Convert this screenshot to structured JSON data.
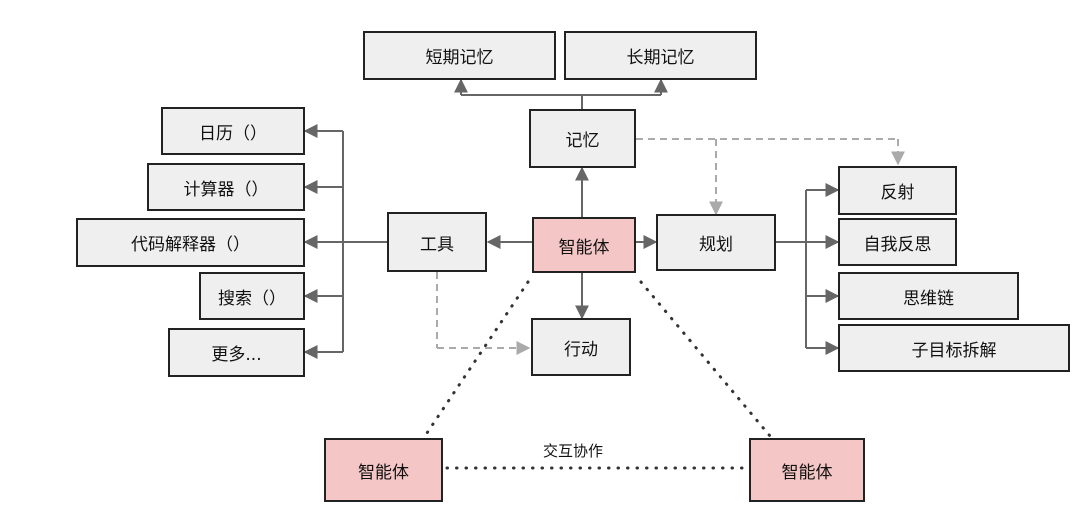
{
  "nodes": {
    "short_term_memory": "短期记忆",
    "long_term_memory": "长期记忆",
    "memory": "记忆",
    "calendar": "日历（）",
    "calculator": "计算器（）",
    "code_interpreter": "代码解释器（）",
    "search": "搜索（）",
    "more": "更多...",
    "tools": "工具",
    "agent_center": "智能体",
    "planning": "规划",
    "reflection": "反射",
    "self_critics": "自我反思",
    "chain_of_thought": "思维链",
    "subgoal_decomposition": "子目标拆解",
    "action": "行动",
    "agent_left": "智能体",
    "agent_right": "智能体"
  },
  "labels": {
    "interaction": "交互协作"
  },
  "colors": {
    "node_fill": "#efefef",
    "agent_fill": "#f4c6c6",
    "solid_edge": "#666666",
    "dashed_edge": "#aaaaaa",
    "dotted_edge": "#333333"
  }
}
